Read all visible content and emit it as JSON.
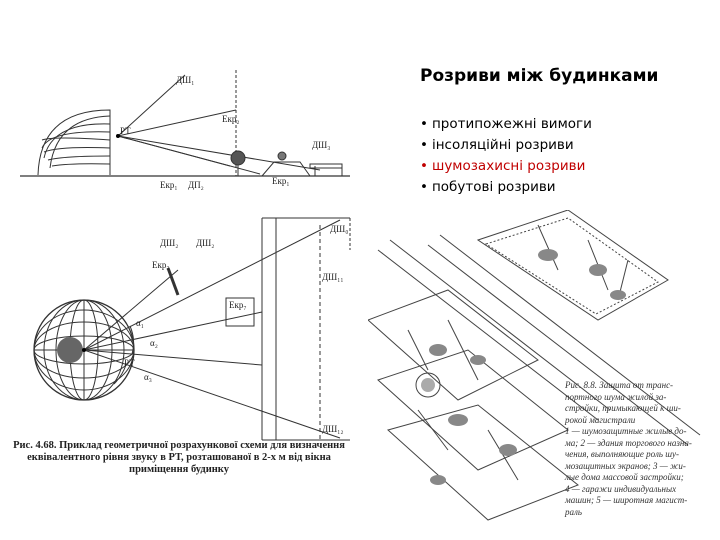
{
  "slide": {
    "title": "Розриви між будинками",
    "bullets": [
      {
        "text": "протипожежні вимоги",
        "color": "#000000"
      },
      {
        "text": "інсоляційні розриви",
        "color": "#000000"
      },
      {
        "text": "шумозахисні розриви",
        "color": "#c00000"
      },
      {
        "text": "побутові розриви",
        "color": "#000000"
      }
    ],
    "bullet_char": "•"
  },
  "figure_left": {
    "labels": {
      "dsh1": "ДШ₁",
      "ekr2": "Екр₂",
      "rt": "РТ",
      "dsh3": "ДШ₃",
      "ekr1": "Екр₁",
      "dp2": "ДП₂",
      "ekr1b": "Екр₁",
      "dsh0": "ДШ₀",
      "dsh2": "ДШ₂",
      "dsh2b": "ДШ₂",
      "ekr3": "Екр₃",
      "dsh11": "ДШ₁₁",
      "ekr7": "Екр₇",
      "a1": "α₁",
      "a2": "α₂",
      "rt2": "РТ",
      "a3": "α₃",
      "dsh12": "ДШ₁₂"
    },
    "caption": "Рис. 4.68. Приклад геометричної розрахункової схеми для визначення еквівалентного рівня звуку в РТ, розташованої в 2-х м від вікна приміщення будинку"
  },
  "figure_right": {
    "caption_lines": [
      "Рис. 8.8. Защита от транс-",
      "портного шума жилой за-",
      "стройки, примыкающей к ши-",
      "рокой магистрали",
      "1 — шумозащитные жилые до-",
      "ма; 2 — здания торгового назна-",
      "чения, выполняющие роль шу-",
      "мозащитных экранов; 3 — жи-",
      "лые дома массовой застройки;",
      "4 — гаражи индивидуальных",
      "машин; 5 — широтная магист-",
      "раль"
    ]
  }
}
